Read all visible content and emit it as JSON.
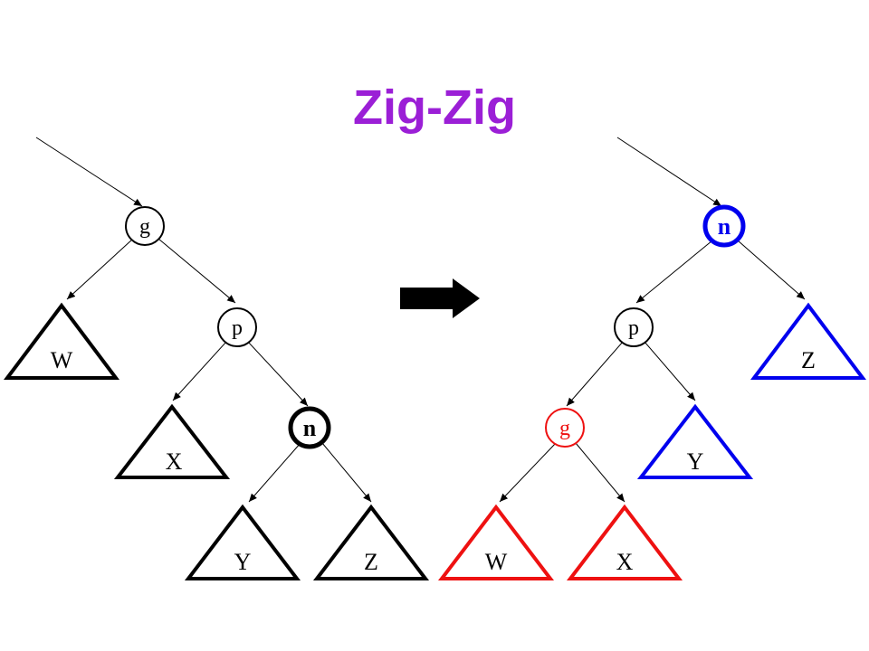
{
  "title": "Zig-Zig",
  "colors": {
    "title": "#9B1FD6",
    "default": "#000000",
    "moved_blue": "#0000EE",
    "moved_red": "#EE1111"
  },
  "before": {
    "nodes": {
      "g": "g",
      "p": "p",
      "n": "n"
    },
    "subtrees": {
      "W": "W",
      "X": "X",
      "Y": "Y",
      "Z": "Z"
    }
  },
  "after": {
    "nodes": {
      "n": "n",
      "p": "p",
      "g": "g"
    },
    "subtrees": {
      "W": "W",
      "X": "X",
      "Y": "Y",
      "Z": "Z"
    }
  },
  "arrow_icon": "right-arrow-icon"
}
